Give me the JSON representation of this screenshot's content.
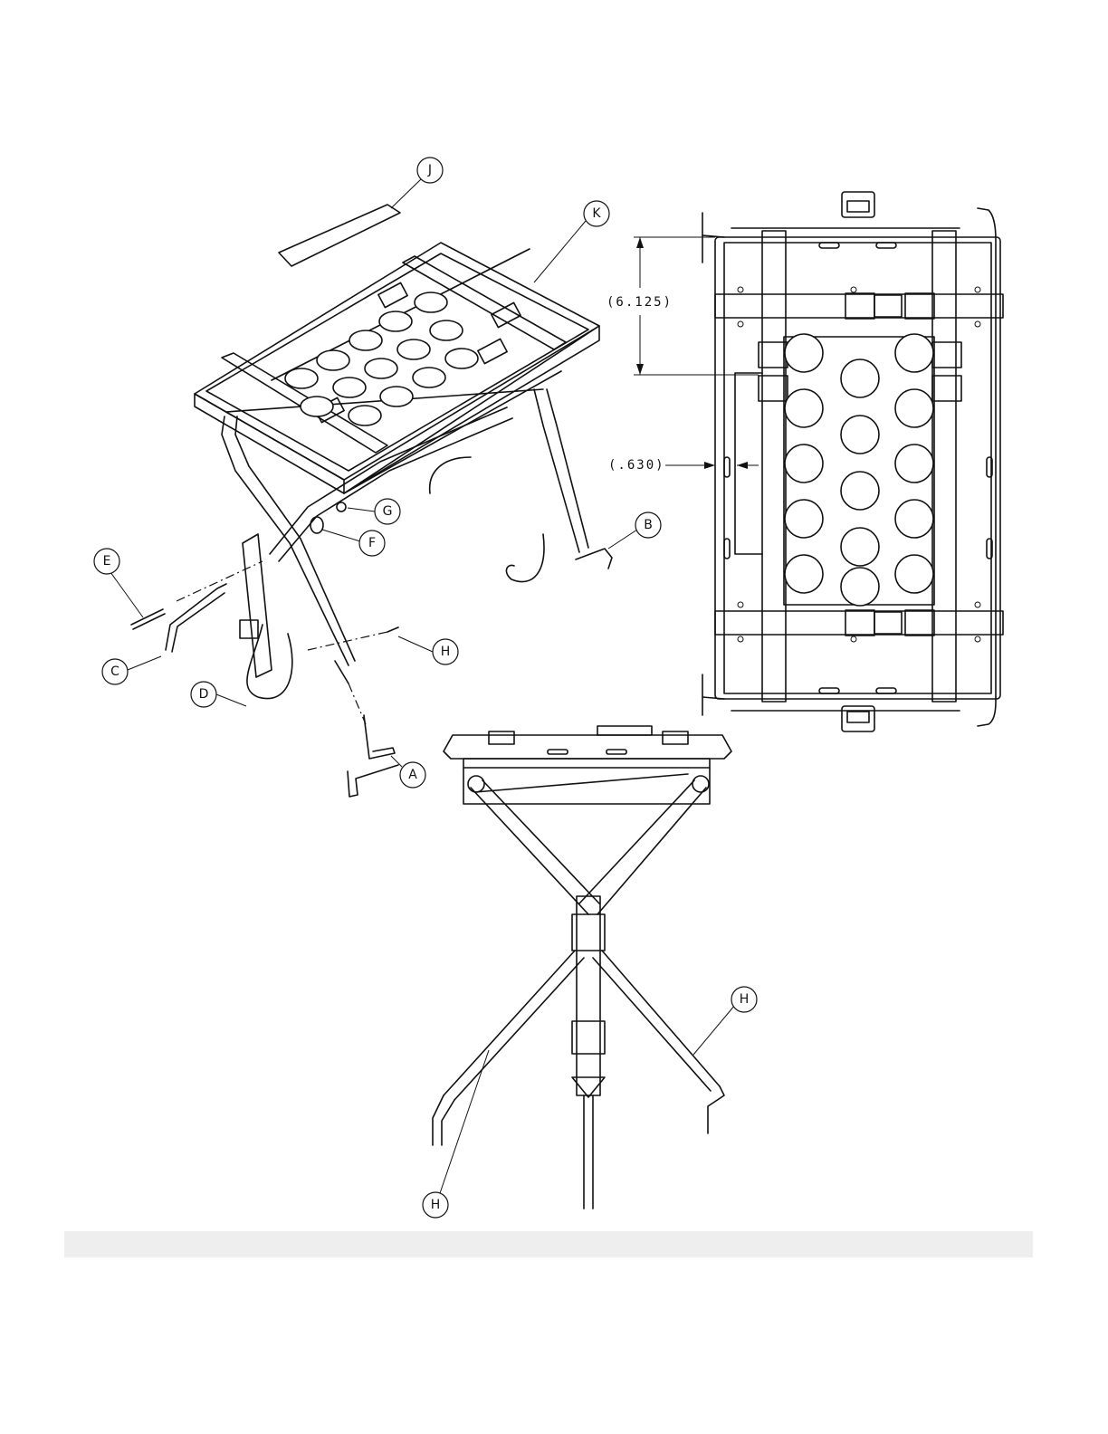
{
  "callouts": {
    "A": "A",
    "B": "B",
    "C": "C",
    "D": "D",
    "E": "E",
    "F": "F",
    "G": "G",
    "H1": "H",
    "H2": "H",
    "H3": "H",
    "J": "J",
    "K": "K"
  },
  "dimensions": {
    "height_ref": "(6.125)",
    "offset_ref": "(.630)"
  }
}
